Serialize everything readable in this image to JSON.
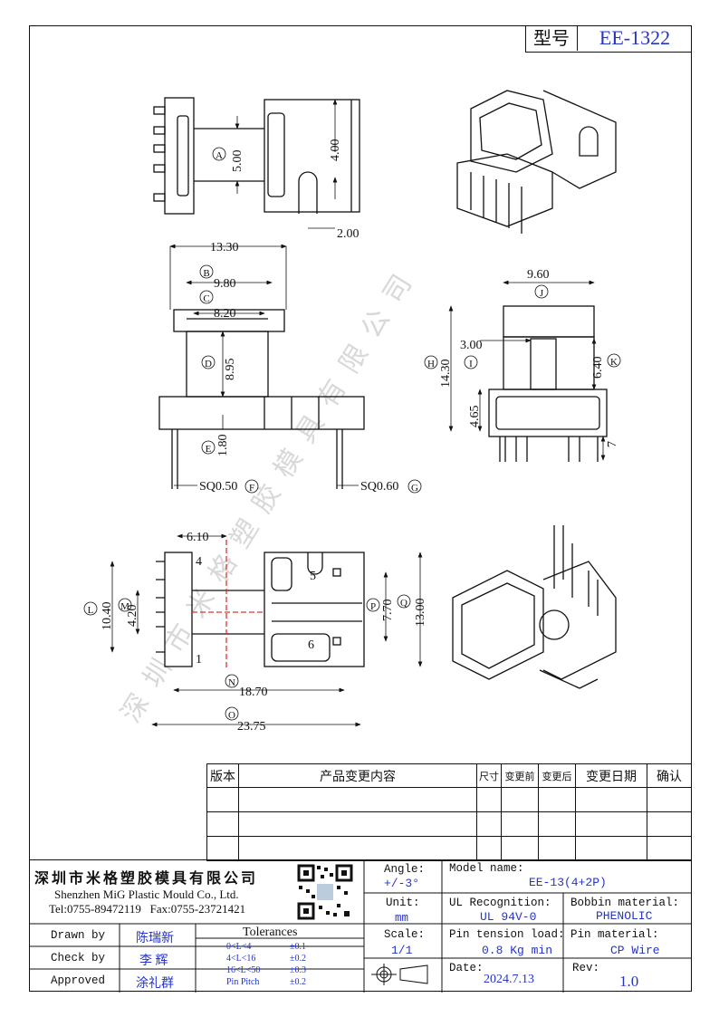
{
  "model": {
    "label": "型号",
    "value": "EE-1322"
  },
  "dims": {
    "a_letter": "A",
    "a_val": "5.00",
    "v400": "4.00",
    "v200": "2.00",
    "w1330": "13.30",
    "b_letter": "B",
    "b_val": "9.80",
    "c_letter": "C",
    "c_val": "8.20",
    "d_letter": "D",
    "d_val": "8.95",
    "e_letter": "E",
    "e_val": "1.80",
    "f_text": "SQ0.50",
    "f_letter": "F",
    "g_text": "SQ0.60",
    "g_letter": "G",
    "w960": "9.60",
    "j_letter": "J",
    "h_letter": "H",
    "h_val": "14.30",
    "i_letter": "I",
    "i_val": "3.00",
    "k_letter": "K",
    "k_val": "6.40",
    "v465": "4.65",
    "v7": "7",
    "w610": "6.10",
    "pin4": "4",
    "pin1": "1",
    "pin5": "5",
    "pin6": "6",
    "l_letter": "L",
    "l_val": "10.40",
    "m_letter": "M",
    "m_val": "4.20",
    "p_letter": "P",
    "p_val": "7.70",
    "q_letter": "Q",
    "q_val": "13.00",
    "n_letter": "N",
    "n_val": "18.70",
    "o_letter": "O",
    "o_val": "23.75"
  },
  "watermark": "深 圳 市 米 格 塑 胶 模 具 有 限 公 司",
  "revision": {
    "headers": [
      "版本",
      "产品变更内容",
      "尺寸",
      "变更前",
      "变更后",
      "变更日期",
      "确认"
    ]
  },
  "company": {
    "name_cn": "深圳市米格塑胶模具有限公司",
    "name_en": "Shenzhen MiG Plastic Mould Co., Ltd.",
    "contact": "Tel:0755-89472119   Fax:0755-23721421"
  },
  "signoff": [
    {
      "role": "Drawn by",
      "name": "陈瑞新"
    },
    {
      "role": "Check by",
      "name": "李 辉"
    },
    {
      "role": "Approved",
      "name": "涂礼群"
    }
  ],
  "tolerances": {
    "title": "Tolerances",
    "rows": [
      {
        "range": "0<L<4",
        "tol": "±0.1"
      },
      {
        "range": "4<L<16",
        "tol": "±0.2"
      },
      {
        "range": "16<L<50",
        "tol": "±0.3"
      },
      {
        "range": "Pin Pitch",
        "tol": "±0.2"
      }
    ]
  },
  "specs": {
    "angle_label": "Angle:",
    "angle_val": "+/-3°",
    "unit_label": "Unit:",
    "unit_val": "mm",
    "scale_label": "Scale:",
    "scale_val": "1/1",
    "model_label": "Model name:",
    "model_val": "EE-13(4+2P)",
    "ul_label": "UL Recognition:",
    "ul_val": "UL 94V-0",
    "bobbin_label": "Bobbin material:",
    "bobbin_val": "PHENOLIC",
    "tension_label": "Pin tension load:",
    "tension_val": "0.8 Kg min",
    "pinmat_label": "Pin material:",
    "pinmat_val": "CP Wire",
    "date_label": "Date:",
    "date_val": "2024.7.13",
    "rev_label": "Rev:",
    "rev_val": "1.0"
  }
}
